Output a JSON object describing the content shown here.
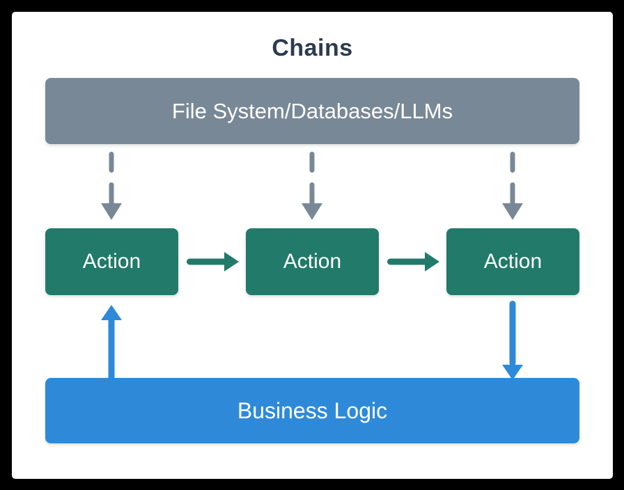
{
  "title": "Chains",
  "source_box": {
    "label": "File System/Databases/LLMs"
  },
  "action_boxes": [
    {
      "label": "Action"
    },
    {
      "label": "Action"
    },
    {
      "label": "Action"
    }
  ],
  "business_box": {
    "label": "Business Logic"
  },
  "arrows": {
    "dashed_down_count": 3,
    "action_flow_count": 2,
    "business_up_count": 1,
    "business_down_count": 1
  },
  "colors": {
    "background": "#000000",
    "card": "#ffffff",
    "title_text": "#2c3b4e",
    "source_bar": "#788896",
    "action_box": "#217a6a",
    "business_bar": "#2e8ad9",
    "dashed_arrow": "#788896",
    "action_arrow": "#217a6a",
    "business_arrow": "#2e8ad9",
    "box_text": "#ffffff"
  }
}
